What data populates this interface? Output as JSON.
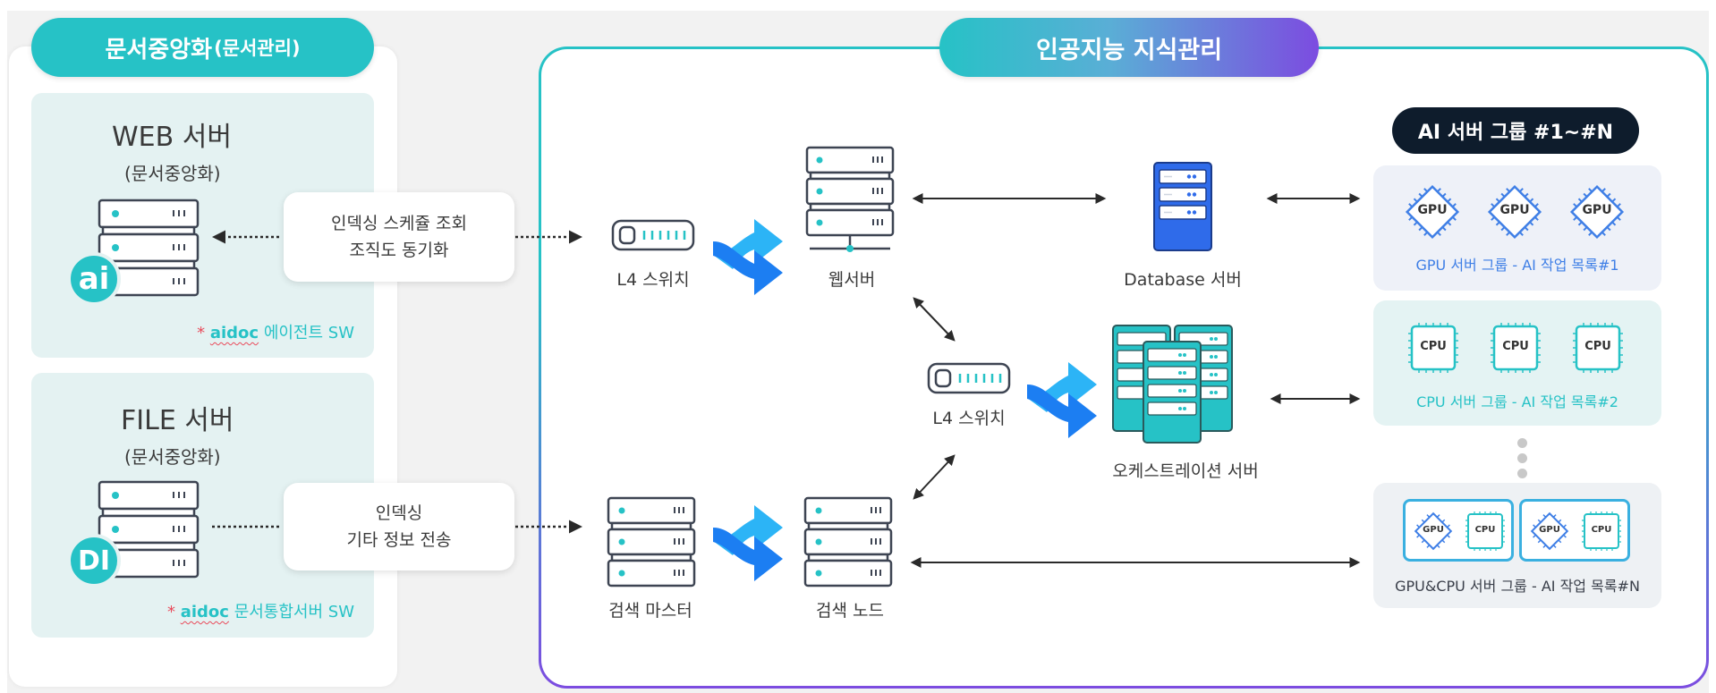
{
  "left_section": {
    "title_main": "문서중앙화",
    "title_sub": "(문서관리)",
    "web_server": {
      "title": "WEB 서버",
      "subtitle": "(문서중앙화)",
      "badge": "ai",
      "note_star": "*",
      "note_brand": "aidoc",
      "note_text": "에이전트 SW"
    },
    "file_server": {
      "title": "FILE 서버",
      "subtitle": "(문서중앙화)",
      "badge": "DI",
      "note_star": "*",
      "note_brand": "aidoc",
      "note_text": "문서통합서버 SW"
    }
  },
  "callouts": [
    {
      "line1": "인덱싱 스케쥴 조회",
      "line2": "조직도 동기화"
    },
    {
      "line1": "인덱싱",
      "line2": "기타 정보 전송"
    }
  ],
  "right_section": {
    "title": "인공지능 지식관리",
    "nodes": {
      "l4_switch_top": "L4 스위치",
      "web_server": "웹서버",
      "database_server": "Database 서버",
      "l4_switch_mid": "L4 스위치",
      "orchestration_server": "오케스트레이션 서버",
      "search_master": "검색 마스터",
      "search_node": "검색 노드"
    },
    "ai_groups": {
      "title": "AI 서버 그룹 #1~#N",
      "groups": [
        {
          "caption": "GPU 서버 그룹 - AI 작업 목록#1",
          "chips": [
            "GPU",
            "GPU",
            "GPU"
          ]
        },
        {
          "caption": "CPU 서버 그룹 - AI 작업 목록#2",
          "chips": [
            "CPU",
            "CPU",
            "CPU"
          ]
        },
        {
          "caption": "GPU&CPU 서버 그룹 - AI 작업 목록#N",
          "chips": [
            "GPU",
            "CPU",
            "GPU",
            "CPU"
          ]
        }
      ]
    }
  },
  "colors": {
    "teal": "#26c2c6",
    "purple": "#7c4ce0",
    "blue": "#2f6bea",
    "gpu_blue": "#3f7fe6",
    "navy": "#0e1c2c",
    "red_accent": "#e94b5b"
  }
}
